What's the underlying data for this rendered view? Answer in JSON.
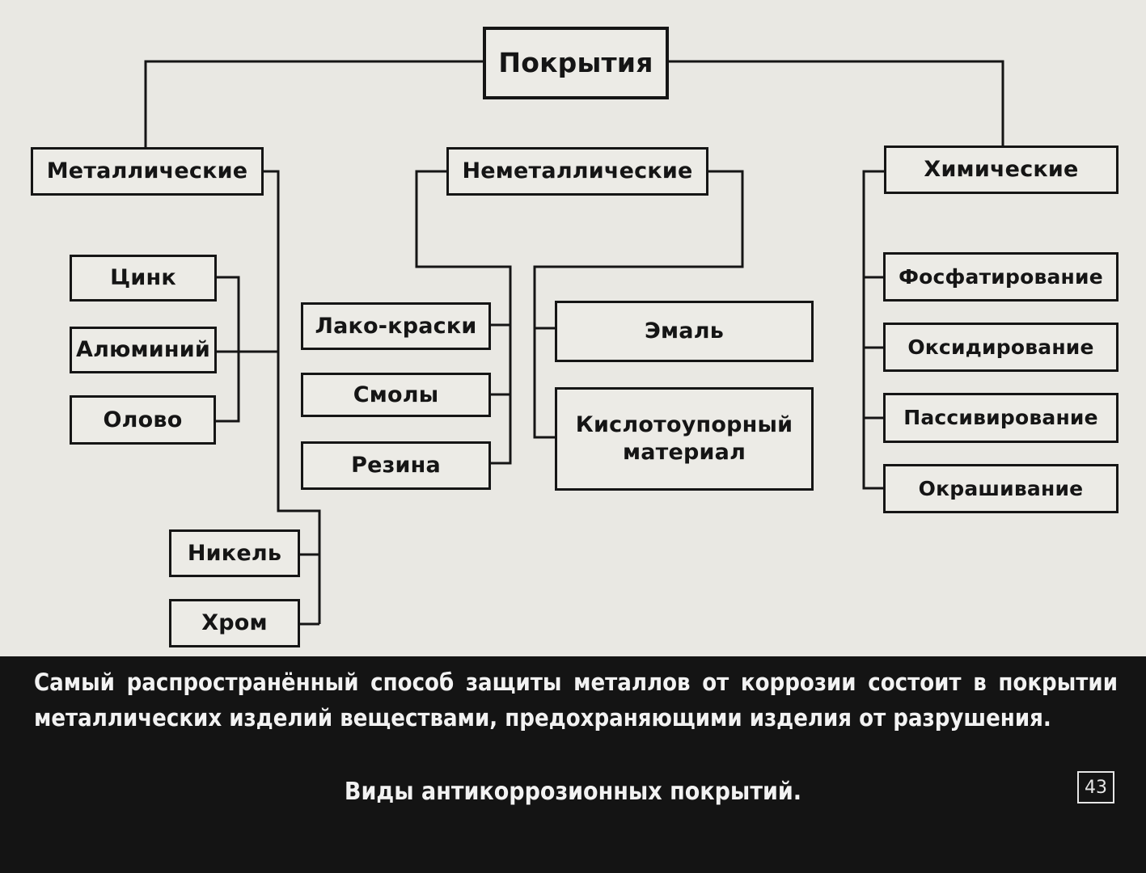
{
  "diagram": {
    "root": "Покрытия",
    "metallic": {
      "label": "Металлические",
      "items": [
        "Цинк",
        "Алюминий",
        "Олово",
        "Никель",
        "Хром"
      ]
    },
    "nonmetallic": {
      "label": "Неметаллические",
      "left_items": [
        "Лако-краски",
        "Смолы",
        "Резина"
      ],
      "right_items": [
        "Эмаль",
        "Кислотоупорный материал"
      ]
    },
    "chemical": {
      "label": "Химические",
      "items": [
        "Фосфатирование",
        "Оксидирование",
        "Пассивирование",
        "Окрашивание"
      ]
    }
  },
  "caption": {
    "text": "Самый распространённый способ защиты металлов от коррозии состоит в покрытии металлических изделий веществами, предохраняющими изделия от разрушения.",
    "title": "Виды антикоррозионных покрытий.",
    "slide_number": "43"
  },
  "colors": {
    "slide_background": "#e9e8e3",
    "ink": "#151515",
    "caption_background": "#141414",
    "caption_text": "#f2f2f2"
  }
}
